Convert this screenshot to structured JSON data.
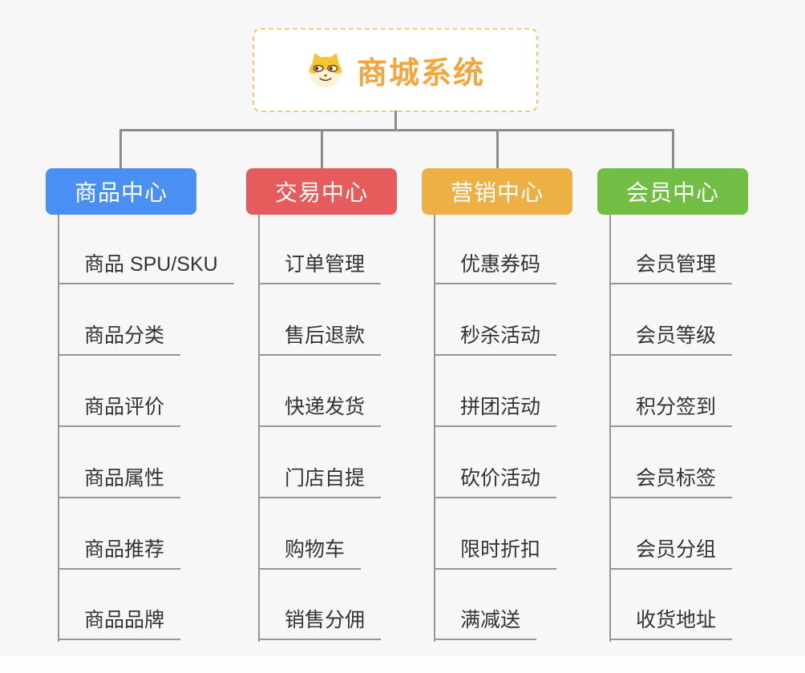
{
  "root": {
    "title": "商城系统",
    "icon": "shiba-dog-icon",
    "title_color": "#f1a73e",
    "border_color": "#f3c879"
  },
  "colors": {
    "connector_gray": "#8c8c8c",
    "underline_gray": "#969696",
    "child_text": "#333333",
    "canvas_bg": "#f7f7f7"
  },
  "branches": [
    {
      "label": "商品中心",
      "color": "#4a90f2",
      "children": [
        "商品 SPU/SKU",
        "商品分类",
        "商品评价",
        "商品属性",
        "商品推荐",
        "商品品牌"
      ]
    },
    {
      "label": "交易中心",
      "color": "#e65c5c",
      "children": [
        "订单管理",
        "售后退款",
        "快递发货",
        "门店自提",
        "购物车",
        "销售分佣"
      ]
    },
    {
      "label": "营销中心",
      "color": "#edb044",
      "children": [
        "优惠券码",
        "秒杀活动",
        "拼团活动",
        "砍价活动",
        "限时折扣",
        "满减送"
      ]
    },
    {
      "label": "会员中心",
      "color": "#72be44",
      "children": [
        "会员管理",
        "会员等级",
        "积分签到",
        "会员标签",
        "会员分组",
        "收货地址"
      ]
    }
  ]
}
